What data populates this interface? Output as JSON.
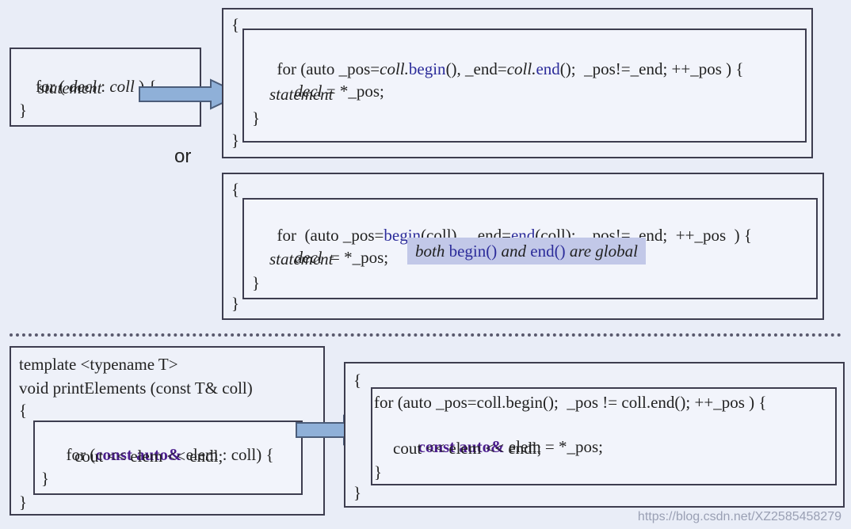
{
  "box1": {
    "line1_a": "for ( ",
    "line1_decl": "decl",
    "line1_b": " : ",
    "line1_coll": "coll",
    "line1_c": " ) {",
    "line2": "statement",
    "line3": "}"
  },
  "box2": {
    "open_brace": "{",
    "l1_a": "for (auto _pos=",
    "l1_coll1": "coll.",
    "l1_begin": "begin",
    "l1_b": "(), _end=",
    "l1_coll2": "coll.",
    "l1_end": "end",
    "l1_c": "();  _pos!=_end; ++_pos ) {",
    "l2_decl": "decl",
    "l2_rest": " = *_pos;",
    "l3": "statement",
    "inner_close": "}",
    "close_brace": "}"
  },
  "or_label": "or",
  "box3": {
    "open_brace": "{",
    "l1_a": "for  (auto _pos=",
    "l1_begin": "begin",
    "l1_b": "(coll),  _end=",
    "l1_end": "end",
    "l1_c": "(coll);  _pos!=_end;  ++_pos  ) {",
    "l2_decl": "decl",
    "l2_rest": "  = *_pos;",
    "l3": "statement",
    "inner_close": "}",
    "close_brace": "}"
  },
  "note": {
    "a": "both ",
    "begin": "begin()",
    "b": " and ",
    "end": "end()",
    "c": " are global"
  },
  "box4": {
    "l1": "template <typename T>",
    "l2": "void printElements (const T& coll)",
    "l3": "{",
    "inner_l1_a": "for (",
    "inner_l1_kw": "const auto&",
    "inner_l1_b": " elem : coll) {",
    "inner_l2": "cout << elem << endl;",
    "inner_l3": "}",
    "close": "}"
  },
  "box5": {
    "open_brace": "{",
    "l1": "for (auto _pos=coll.begin();  _pos != coll.end(); ++_pos ) {",
    "l2_kw": "const auto&",
    "l2_rest": " elem = *_pos;",
    "l3": "cout << elem << endl;",
    "inner_close": "}",
    "close_brace": "}"
  },
  "watermark": "https://blog.csdn.net/XZ2585458279",
  "colors": {
    "background": "#e9edf7",
    "keyword": "#2c2c9a",
    "keyword_bold": "#4a1c8c",
    "arrow": "#8fb0d8",
    "note_bg": "#c2c8e8"
  }
}
